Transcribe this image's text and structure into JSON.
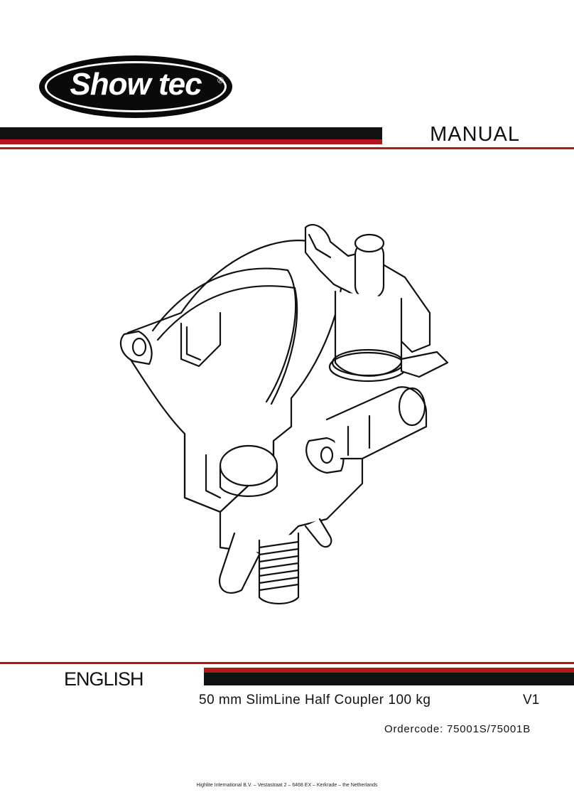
{
  "logo": {
    "text": "Show tec",
    "registered": "®"
  },
  "header": {
    "title": "MANUAL"
  },
  "illustration": {
    "icon": "half-coupler-clamp-drawing"
  },
  "language": {
    "label": "ENGLISH"
  },
  "product": {
    "name": "50 mm SlimLine Half Coupler 100 kg",
    "version": "V1",
    "ordercode": "Ordercode: 75001S/75001B"
  },
  "footer": {
    "address": "Highlite International B.V. – Vestastraat 2 – 6468 EX – Kerkrade – the Netherlands"
  },
  "colors": {
    "accent_red": "#b5161c",
    "black": "#111111"
  }
}
